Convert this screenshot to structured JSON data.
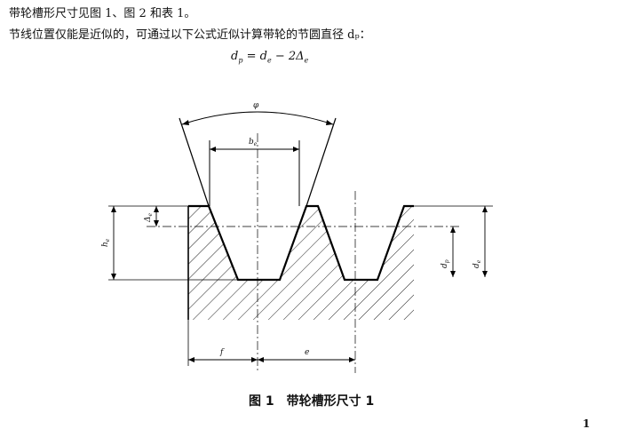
{
  "text": {
    "line1": "带轮槽形尺寸见图 1、图 2 和表 1。",
    "line2": "节线位置仅能是近似的，可通过以下公式近似计算带轮的节圆直径 dₚ："
  },
  "formula": {
    "lhs": "d",
    "lhs_sub": "p",
    "eq": " = ",
    "rhs1": "d",
    "rhs1_sub": "e",
    "op": " − 2Δ",
    "rhs2_sub": "e"
  },
  "figure": {
    "labels": {
      "phi": "φ",
      "be": "b",
      "be_sub": "e",
      "delta": "Δ",
      "delta_sub": "e",
      "he": "h",
      "he_sub": "e",
      "dp": "d",
      "dp_sub": "p",
      "de": "d",
      "de_sub": "e",
      "f": "f",
      "e": "e"
    },
    "caption": "图 1　带轮槽形尺寸 1"
  },
  "page_number": "1"
}
